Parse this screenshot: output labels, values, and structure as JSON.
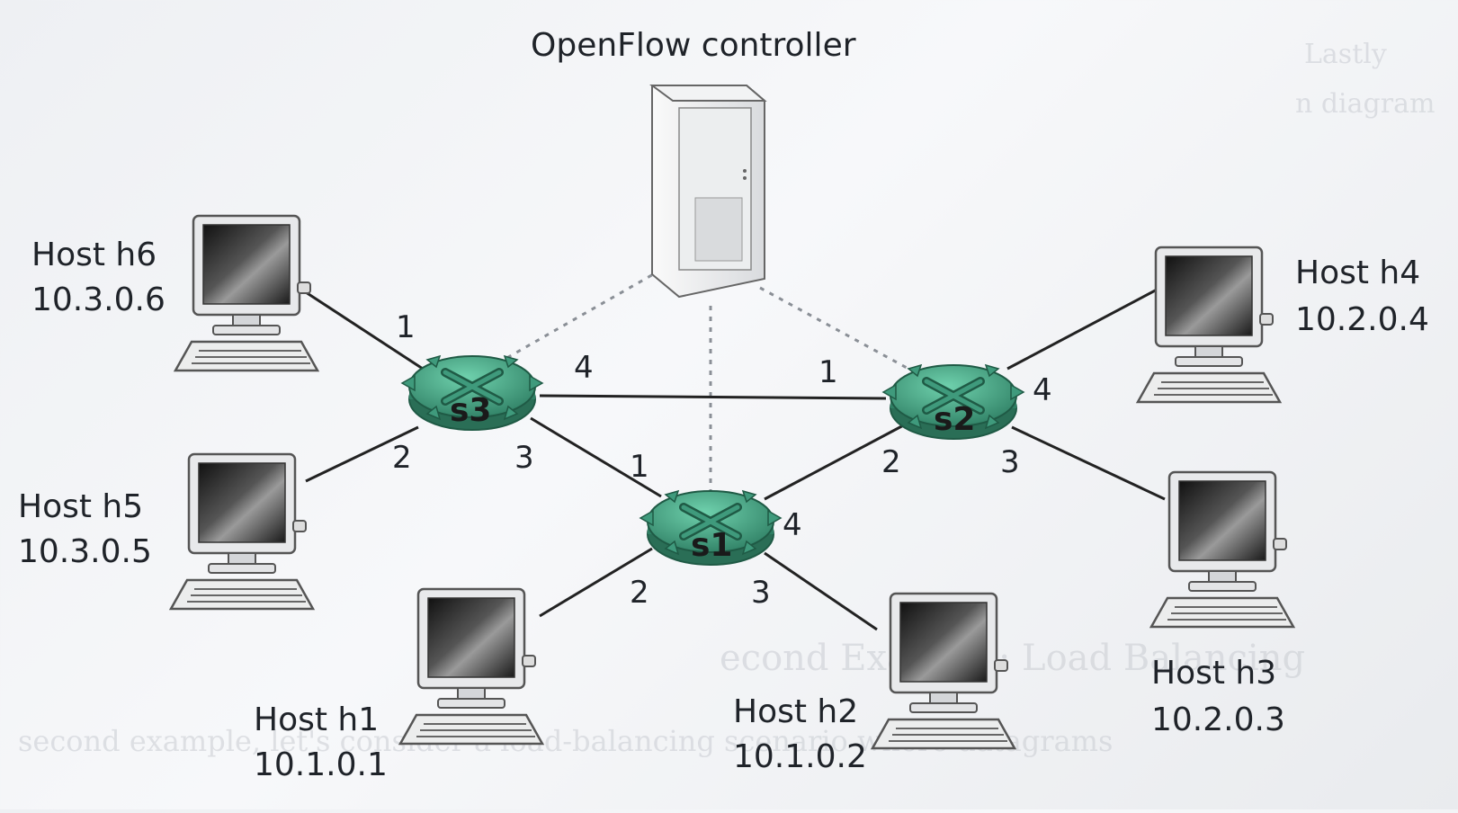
{
  "controller": {
    "label": "OpenFlow controller"
  },
  "switches": [
    {
      "id": "s1",
      "label": "s1"
    },
    {
      "id": "s2",
      "label": "s2"
    },
    {
      "id": "s3",
      "label": "s3"
    }
  ],
  "hosts": [
    {
      "id": "h1",
      "name": "Host h1",
      "ip": "10.1.0.1"
    },
    {
      "id": "h2",
      "name": "Host h2",
      "ip": "10.1.0.2"
    },
    {
      "id": "h3",
      "name": "Host h3",
      "ip": "10.2.0.3"
    },
    {
      "id": "h4",
      "name": "Host h4",
      "ip": "10.2.0.4"
    },
    {
      "id": "h5",
      "name": "Host h5",
      "ip": "10.3.0.5"
    },
    {
      "id": "h6",
      "name": "Host h6",
      "ip": "10.3.0.6"
    }
  ],
  "ports": {
    "s3_1": "1",
    "s3_2": "2",
    "s3_3": "3",
    "s3_4": "4",
    "s2_1": "1",
    "s2_2": "2",
    "s2_3": "3",
    "s2_4": "4",
    "s1_1": "1",
    "s1_2": "2",
    "s1_3": "3",
    "s1_4": "4"
  },
  "colors": {
    "switch_body": "#3f9a7c",
    "switch_top": "#5cbf9d",
    "switch_edge": "#1f5a45",
    "link": "#222222",
    "control_link": "#8a8f96"
  }
}
